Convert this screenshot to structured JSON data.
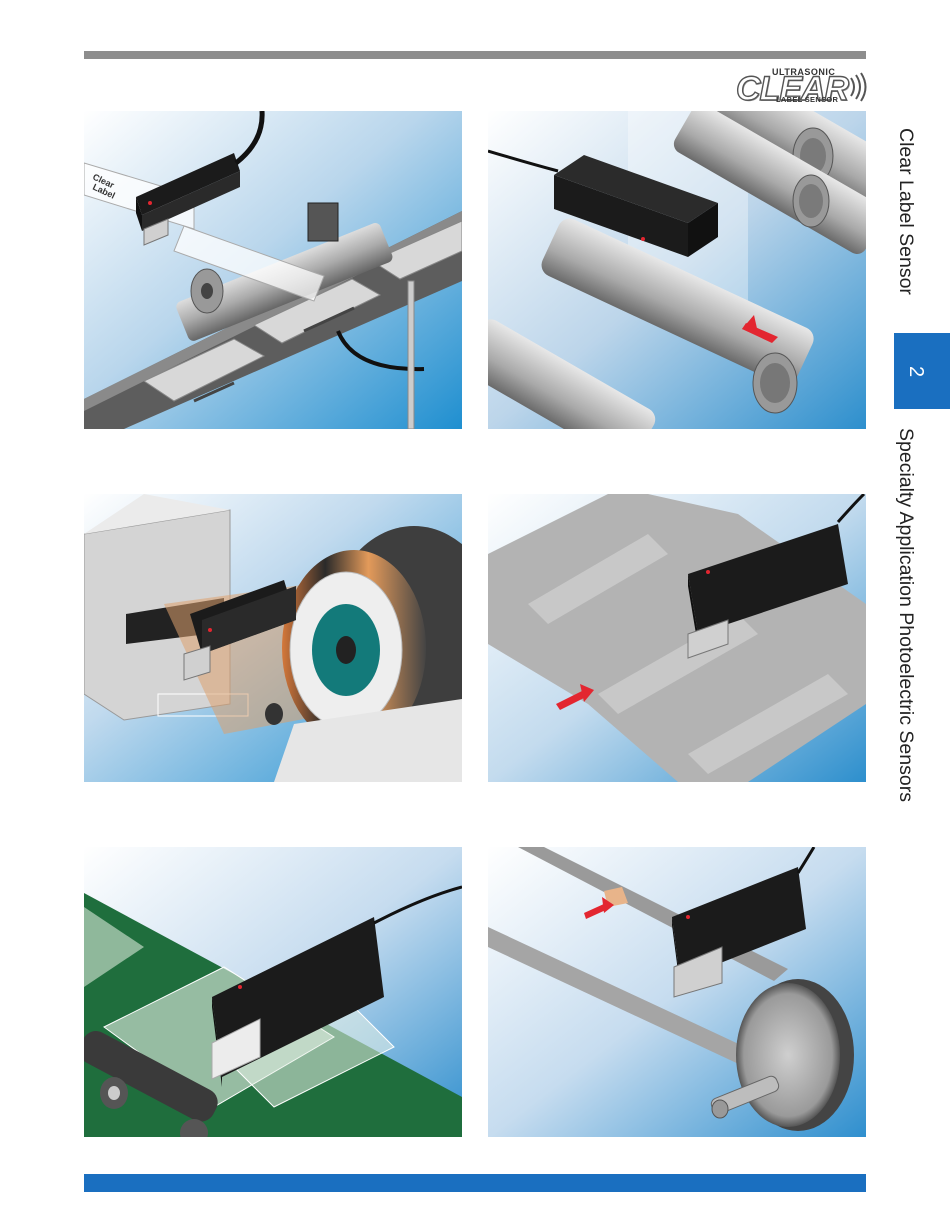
{
  "logo": {
    "top_word": "ULTRASONIC",
    "main_word": "CLEAR",
    "bottom_word": "LABEL SENSOR"
  },
  "side": {
    "section_title": "Clear Label Sensor",
    "tab_number": "2",
    "category": "Specialty Application Photoelectric Sensors"
  },
  "panel1": {
    "label_lines": [
      "Clear",
      "Label"
    ]
  },
  "colors": {
    "accent_blue": "#1a6fc0",
    "rule_gray": "#8d8d8d",
    "arrow_red": "#e32630"
  }
}
